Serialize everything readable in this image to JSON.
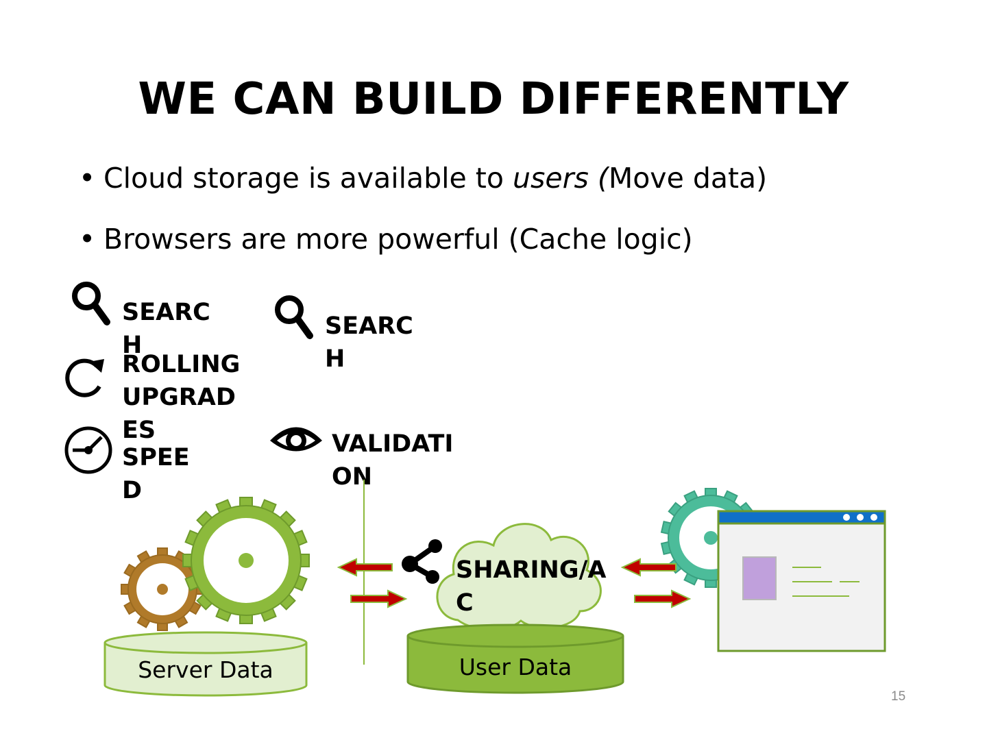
{
  "slide": {
    "title": "WE CAN BUILD DIFFERENTLY",
    "bullets": [
      {
        "pre": "Cloud storage is available to ",
        "em": "users (",
        "post": "Move data)"
      },
      {
        "pre": "Browsers are more powerful (Cache logic)",
        "em": "",
        "post": ""
      }
    ],
    "page_number": "15"
  },
  "features": {
    "search_left": "SEARCH",
    "rolling": "ROLLING UPGRADES",
    "speed": "SPEED",
    "search_right": "SEARCH",
    "validation": "VALIDATION",
    "sharing": "SHARING/AC"
  },
  "databases": {
    "server": "Server Data",
    "user": "User Data"
  },
  "colors": {
    "light_green": "#e2efd0",
    "green": "#8cba3c",
    "dark_green": "#6e9a2c",
    "brown_gear": "#b07a2a",
    "teal_gear": "#4cbc9a",
    "arrow_red": "#c00000",
    "browser_bar": "#1070c8",
    "browser_body": "#f2f2f2",
    "purple": "#c0a0dc"
  },
  "icons": [
    "search-icon",
    "refresh-icon",
    "gauge-icon",
    "search-icon",
    "eye-icon",
    "share-icon",
    "gear-icon",
    "browser-window-icon",
    "cloud-icon",
    "database-icon",
    "arrow-icon"
  ]
}
